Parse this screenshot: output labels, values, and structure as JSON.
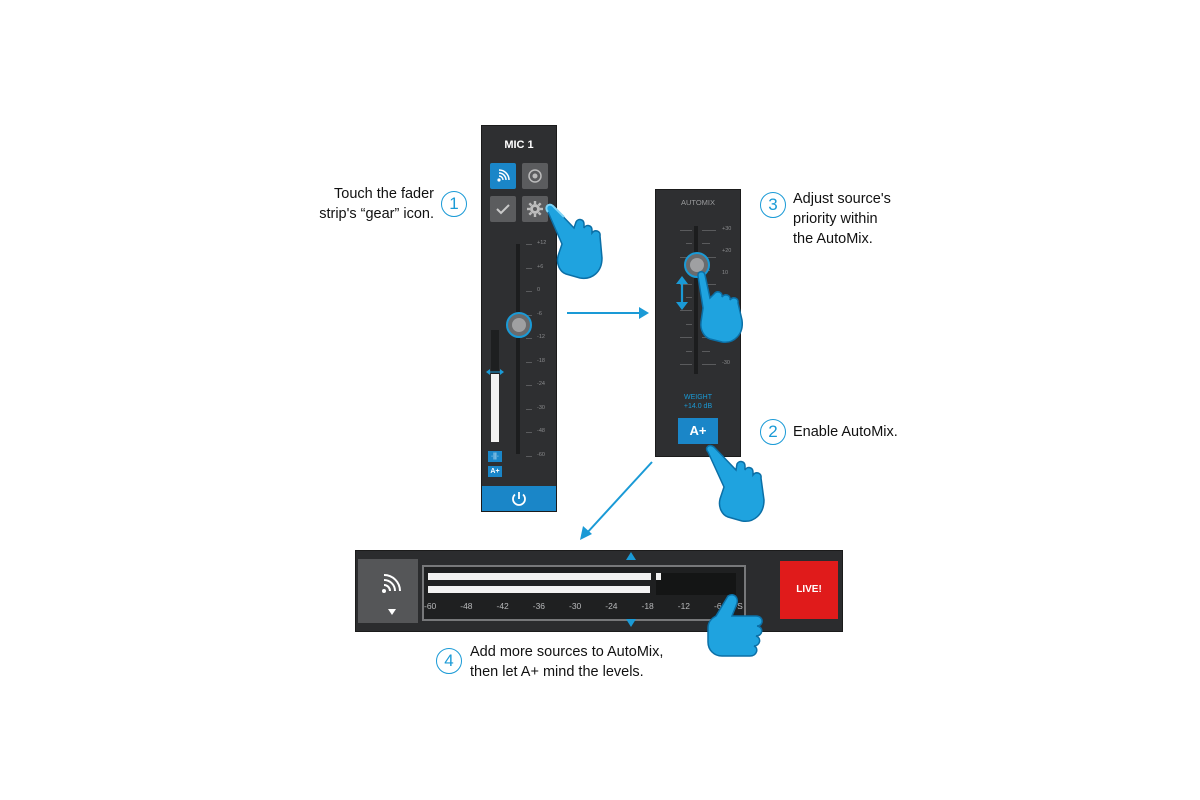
{
  "mic_strip": {
    "title": "MIC 1",
    "fader_scale": [
      "+12",
      "+6",
      "0",
      "-6",
      "-12",
      "-18",
      "-24",
      "-30",
      "-48",
      "-60"
    ],
    "badges": {
      "wave": "·||·",
      "automix": "A+"
    },
    "power_icon": "power-icon"
  },
  "automix": {
    "title": "AUTOMIX",
    "scale": [
      "+30",
      "+20",
      "10",
      "-30"
    ],
    "weight_label": "WEIGHT",
    "weight_value": "+14.0 dB",
    "button_label": "A+"
  },
  "live_bar": {
    "meter_scale": [
      "-60",
      "-48",
      "-42",
      "-36",
      "-30",
      "-24",
      "-18",
      "-12",
      "-6dBFS"
    ],
    "live_label": "LIVE!",
    "meter_levels": [
      0.72,
      0.7
    ]
  },
  "annotations": {
    "step1": {
      "number": "1",
      "lines": [
        "Touch the fader",
        "strip's “gear” icon."
      ]
    },
    "step2": {
      "number": "2",
      "lines": [
        "Enable AutoMix."
      ]
    },
    "step3": {
      "number": "3",
      "lines": [
        "Adjust source's",
        "priority within",
        "the AutoMix."
      ]
    },
    "step4": {
      "number": "4",
      "lines": [
        "Add more sources to AutoMix,",
        "then let A+ mind the levels."
      ]
    }
  },
  "colors": {
    "accent": "#1a86c8",
    "live": "#e01b1b",
    "panel": "#2e2f31"
  }
}
